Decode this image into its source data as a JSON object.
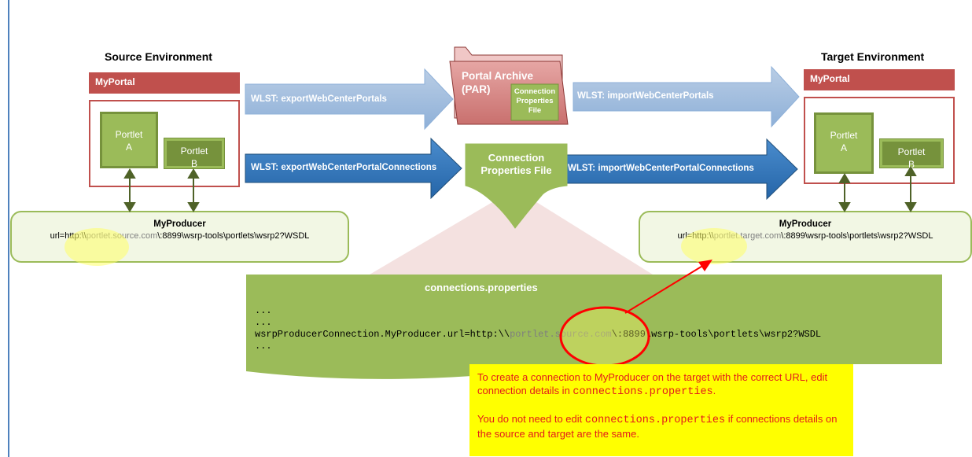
{
  "source": {
    "title": "Source Environment",
    "portal": "MyPortal",
    "portlet_a": [
      "Portlet",
      "A"
    ],
    "portlet_b": [
      "Portlet",
      "B"
    ],
    "producer_name": "MyProducer",
    "producer_url_prefix": "url=http:\\\\",
    "producer_host": "portlet.source.com",
    "producer_url_suffix": "\\:8899\\wsrp-tools\\portlets\\wsrp2?WSDL"
  },
  "target": {
    "title": "Target Environment",
    "portal": "MyPortal",
    "portlet_a": [
      "Portlet",
      "A"
    ],
    "portlet_b": [
      "Portlet",
      "B"
    ],
    "producer_name": "MyProducer",
    "producer_url_prefix": "url=http:\\\\",
    "producer_host": "portlet.target.com",
    "producer_url_suffix": "\\:8899\\wsrp-tools\\portlets\\wsrp2?WSDL"
  },
  "archive": {
    "title": "Portal Archive",
    "subtitle": "(PAR)",
    "inner_file": [
      "Connection",
      "Properties",
      "File"
    ]
  },
  "connection_file": [
    "Connection",
    "Properties File"
  ],
  "arrows": {
    "export_portals": "WLST: exportWebCenterPortals",
    "import_portals": "WLST: importWebCenterPortals",
    "export_connections": "WLST: exportWebCenterPortalConnections",
    "import_connections": "WLST: importWebCenterPortalConnections"
  },
  "properties_panel": {
    "title": "connections.properties",
    "line1": "...",
    "line2": "...",
    "line3_prefix": "wsrpProducerConnection.MyProducer.url=http:\\\\",
    "line3_host": "portlet.source.com",
    "line3_suffix": "\\:8899\\wsrp-tools\\portlets\\wsrp2?WSDL",
    "line4": "..."
  },
  "note": {
    "p1_a": "To create a connection to MyProducer on the target with the correct URL, edit connection details in ",
    "p1_code": "connections.properties",
    "p1_b": ".",
    "p2_a": "You do not need to edit ",
    "p2_code": "connections.properties",
    "p2_b": " if connections details on the source and target are the same."
  },
  "colors": {
    "portal_red": "#c0504d",
    "portlet_green": "#9bbb59",
    "dark_green": "#76923c",
    "arrow_light_blue": "#95b3d7",
    "arrow_dark_blue": "#2e75b6",
    "highlight_red": "#ff0000",
    "note_yellow": "#ffff00"
  }
}
